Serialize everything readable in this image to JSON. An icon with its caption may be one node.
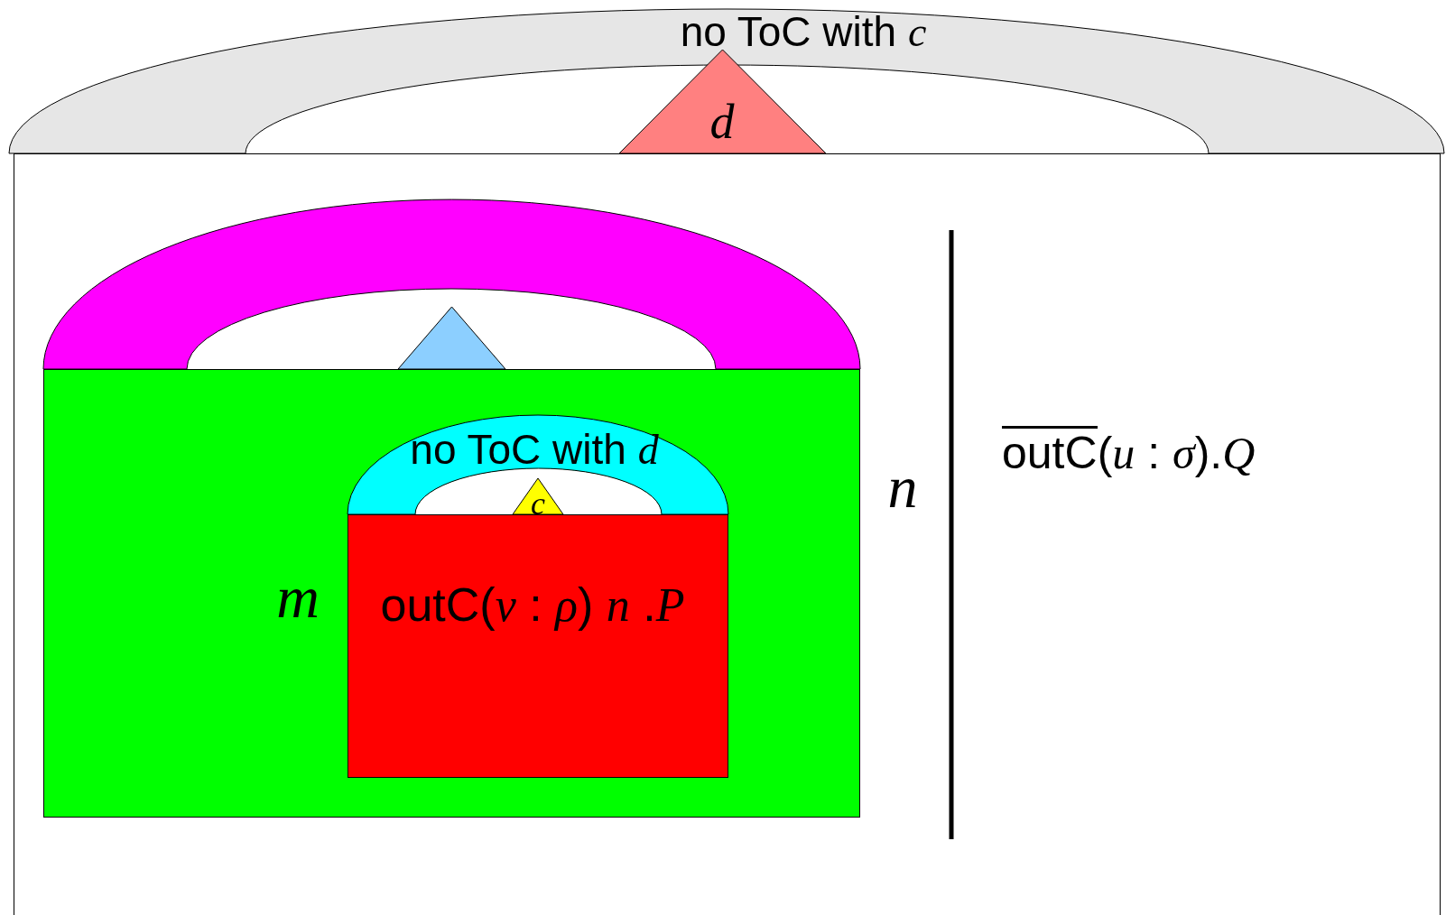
{
  "diagram": {
    "nodes": [
      {
        "text": [
          "no ToC with *c*"
        ]
      },
      {
        "text": [
          "d"
        ]
      },
      {
        "text": [],
        "shape": "box"
      },
      {
        "text": [],
        "shape": "arch",
        "in": 2
      },
      {
        "text": [],
        "shape": "triangle",
        "in": 2
      },
      {
        "text": [],
        "shape": "box",
        "in": 2,
        "beside": [
          "n"
        ]
      },
      {
        "text": [
          "no ToC with *d*"
        ],
        "in": 5
      },
      {
        "text": [
          "c"
        ],
        "in": 5
      },
      {
        "text": [
          "outC(*v* : *ρ*) *n* .*P*"
        ],
        "in": 5,
        "beside": [
          "m"
        ]
      }
    ],
    "edges": [],
    "labels": [
      "outC",
      "(*u* : *σ*).*Q*"
    ]
  }
}
